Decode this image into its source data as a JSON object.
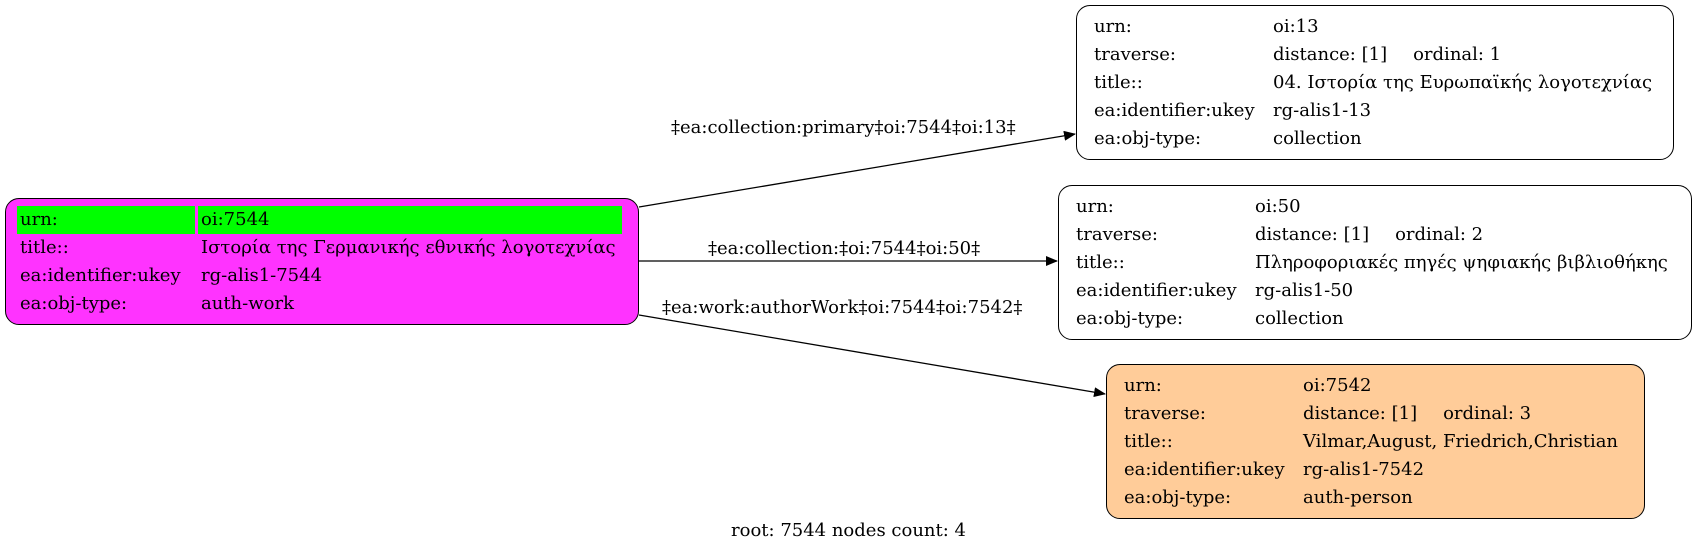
{
  "nodes": {
    "root": {
      "rows": [
        {
          "k": "urn:",
          "v": "oi:7544"
        },
        {
          "k": "title::",
          "v": "Ιστορία της Γερμανικής εθνικής λογοτεχνίας"
        },
        {
          "k": "ea:identifier:ukey",
          "v": "rg-alis1-7544"
        },
        {
          "k": "ea:obj-type:",
          "v": "auth-work"
        }
      ],
      "color": "#ff33ff",
      "highlight_color": "#00ff00"
    },
    "n13": {
      "urn_k": "urn:",
      "urn_v": "oi:13",
      "trav_k": "traverse:",
      "distance": "distance: [1]",
      "ordinal": "ordinal: 1",
      "title_k": "title::",
      "title_v": "04. Ιστορία της Ευρωπαϊκής λογοτεχνίας",
      "ukey_k": "ea:identifier:ukey",
      "ukey_v": "rg-alis1-13",
      "type_k": "ea:obj-type:",
      "type_v": "collection",
      "color": "#ffffff"
    },
    "n50": {
      "urn_k": "urn:",
      "urn_v": "oi:50",
      "trav_k": "traverse:",
      "distance": "distance: [1]",
      "ordinal": "ordinal: 2",
      "title_k": "title::",
      "title_v": "Πληροφοριακές πηγές ψηφιακής βιβλιοθήκης",
      "ukey_k": "ea:identifier:ukey",
      "ukey_v": "rg-alis1-50",
      "type_k": "ea:obj-type:",
      "type_v": "collection",
      "color": "#ffffff"
    },
    "n7542": {
      "urn_k": "urn:",
      "urn_v": "oi:7542",
      "trav_k": "traverse:",
      "distance": "distance: [1]",
      "ordinal": "ordinal: 3",
      "title_k": "title::",
      "title_v": "Vilmar,August, Friedrich,Christian",
      "ukey_k": "ea:identifier:ukey",
      "ukey_v": "rg-alis1-7542",
      "type_k": "ea:obj-type:",
      "type_v": "auth-person",
      "color": "#ffcc99"
    }
  },
  "edges": [
    {
      "label": "‡ea:collection:primary‡oi:7544‡oi:13‡",
      "to": "n13"
    },
    {
      "label": "‡ea:collection:‡oi:7544‡oi:50‡",
      "to": "n50"
    },
    {
      "label": "‡ea:work:authorWork‡oi:7544‡oi:7542‡",
      "to": "n7542"
    }
  ],
  "footer": "root: 7544 nodes count: 4"
}
